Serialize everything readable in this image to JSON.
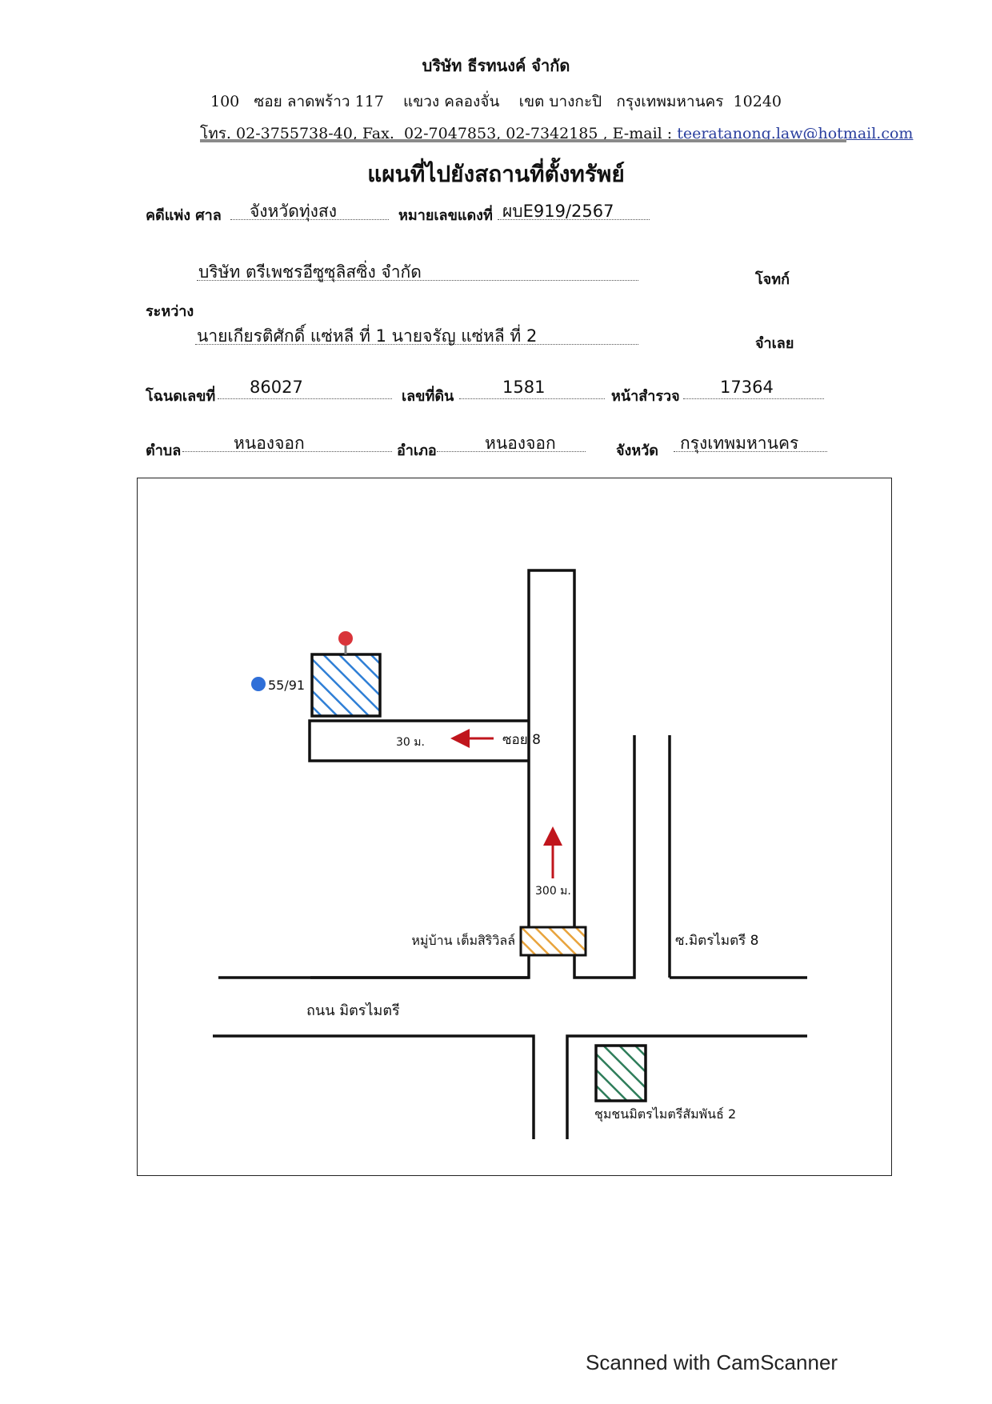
{
  "header": {
    "company": "บริษัท ธีรทนงค์ จำกัด",
    "address": "100   ซอย ลาดพร้าว 117    แขวง คลองจั่น    เขต บางกะปิ   กรุงเทพมหานคร  10240",
    "contact_prefix": "โทร. 02-3755738-40, Fax.  02-7047853, 02-7342185 , E-mail : ",
    "email": "teeratanong.law@hotmail.com"
  },
  "title": "แผนที่ไปยังสถานที่ตั้งทรัพย์",
  "case": {
    "case_label": "คดีแพ่ง  ศาล",
    "court": "จังหวัดทุ่งสง",
    "red_number_label": "หมายเลขแดงที่",
    "red_number": "ผบE919/2567",
    "between_label": "ระหว่าง",
    "plaintiff": "บริษัท ตรีเพชรอีซูซุลิสซิ่ง จำกัด",
    "plaintiff_role": "โจทก์",
    "defendant": "นายเกียรติศักดิ์ แซ่หลี ที่ 1 นายจรัญ แซ่หลี ที่ 2",
    "defendant_role": "จำเลย"
  },
  "deed": {
    "deed_label": "โฉนดเลขที่",
    "deed_no": "86027",
    "land_label": "เลขที่ดิน",
    "land_no": "1581",
    "survey_label": "หน้าสำรวจ",
    "survey_no": "17364",
    "subdistrict_label": "ตำบล",
    "subdistrict": "หนองจอก",
    "district_label": "อำเภอ",
    "district": "หนองจอก",
    "province_label": "จังหวัด",
    "province": "กรุงเทพมหานคร"
  },
  "map": {
    "property_no": "55/91",
    "distance_soi": "30 ม.",
    "soi": "ซอย 8",
    "distance_main": "300 ม.",
    "village": "หมู่บ้าน เต็มสิริวิลล์",
    "side_soi": "ซ.มิตรไมตรี 8",
    "road": "ถนน มิตรไมตรี",
    "community": "ชุมชนมิตรไมตรีสัมพันธ์ 2",
    "colors": {
      "property": "#2f7fd6",
      "village": "#e8a33c",
      "community": "#2e7d5a",
      "arrow": "#c0151c",
      "pin": "#d9343a",
      "dot": "#2f6fd8"
    }
  },
  "footer": "Scanned with CamScanner"
}
